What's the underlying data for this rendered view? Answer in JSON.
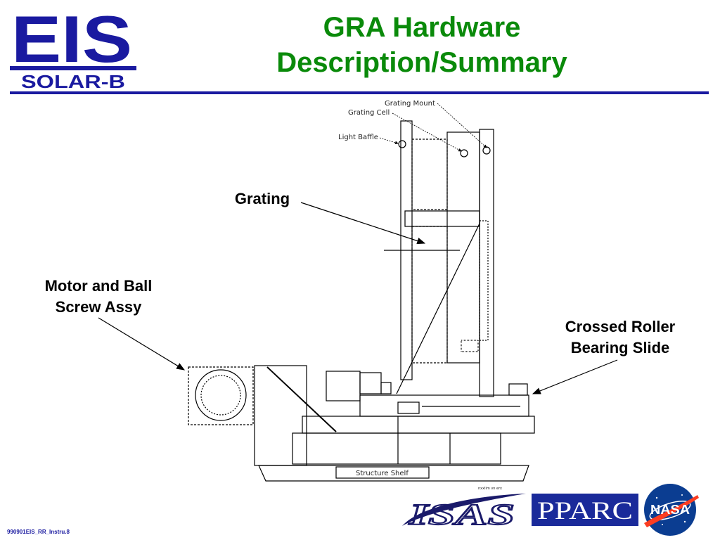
{
  "logo_eis": {
    "main": "EIS",
    "sub": "SOLAR-B"
  },
  "title": {
    "line1": "GRA Hardware",
    "line2": "Description/Summary"
  },
  "callouts": {
    "grating": "Grating",
    "motor_line1": "Motor and Ball",
    "motor_line2": "Screw Assy",
    "bearing_line1": "Crossed Roller",
    "bearing_line2": "Bearing Slide"
  },
  "drawing_labels": {
    "grating_mount": "Grating Mount",
    "grating_cell": "Grating Cell",
    "light_baffle": "Light Baffle",
    "structure_shelf": "Structure Shelf",
    "scale_note": "nxxlim vn erx"
  },
  "footer": {
    "code": "990901EIS_RR_Instru.8"
  },
  "logos": {
    "isas": "ISAS",
    "pparc": "PPARC",
    "nasa": "NASA"
  },
  "colors": {
    "title": "#0a8a0a",
    "brand_blue": "#1a1aa0",
    "pparc_blue": "#1a2a9a",
    "nasa_blue": "#0b3d91",
    "nasa_red": "#fc3d21"
  }
}
